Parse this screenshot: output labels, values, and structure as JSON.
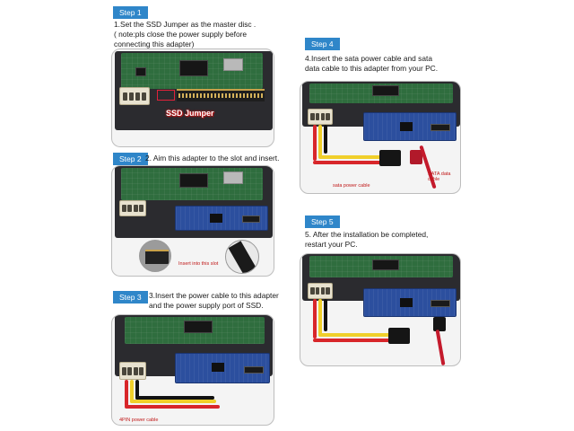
{
  "steps": [
    {
      "badge": "Step 1",
      "text_lines": [
        "1.Set the SSD Jumper as the master disc .",
        "( note:pls close the power supply before",
        "connecting this adapter)"
      ],
      "callout": "SSD Jumper"
    },
    {
      "badge": "Step 2",
      "text_lines": [
        "2. Aim this adapter to the slot and insert."
      ],
      "callout": "Insert into this slot"
    },
    {
      "badge": "Step 3",
      "text_lines": [
        "3.Insert the power cable to this adapter",
        "and the power supply port of SSD."
      ],
      "callout": "4PIN power cable"
    },
    {
      "badge": "Step 4",
      "text_lines": [
        "4.Insert the sata power cable and sata",
        "data cable to this adapter from your PC."
      ],
      "callout_power": "sata power cable",
      "callout_data": "SATA data cable"
    },
    {
      "badge": "Step 5",
      "text_lines": [
        "5. After the installation be completed,",
        "restart your PC."
      ]
    }
  ],
  "colors": {
    "badge": "#2f86c9",
    "callout": "#c01818",
    "panel_border": "#bdbdbd"
  },
  "icons": [
    "hard-drive",
    "ide-adapter",
    "power-cable",
    "sata-cable"
  ]
}
